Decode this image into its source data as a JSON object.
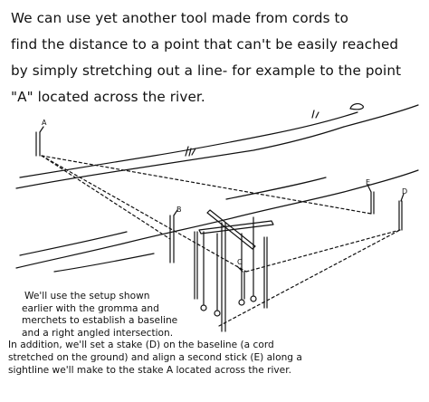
{
  "intro": {
    "line1": "We can use yet another tool made from cords to",
    "line2": "find the distance to a point that can't be easily reached",
    "line3": "by simply stretching out a line- for example to the point",
    "line4": "\"A\" located across the river."
  },
  "labels": {
    "a": "A",
    "b": "B",
    "c": "C",
    "d": "D",
    "e": "E"
  },
  "body": {
    "line1": "We'll use the setup shown",
    "line2": "earlier with the gromma and",
    "line3": "merchets to establish a baseline",
    "line4": "and a right angled intersection.",
    "line5": "In addition, we'll set a stake (D) on the baseline (a cord",
    "line6": "stretched on the ground) and align a second stick (E) along a",
    "line7": "sightline we'll make to the stake A located across the river."
  }
}
